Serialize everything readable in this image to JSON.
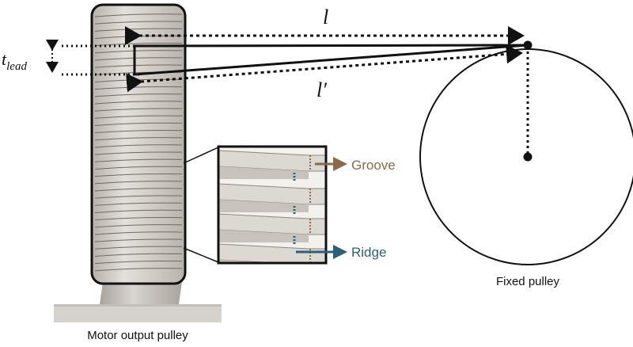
{
  "labels": {
    "length": "l",
    "length_prime": "l′",
    "lead_main": "t",
    "lead_sub": "lead",
    "groove": "Groove",
    "ridge": "Ridge",
    "fixed_pulley": "Fixed pulley",
    "motor_pulley": "Motor output pulley"
  },
  "colors": {
    "groove_arrow": "#8a6a4a",
    "ridge_arrow": "#2f5f78",
    "outline": "#111111",
    "pulley_body": "#cfcac4",
    "base": "#d6d3cf",
    "neck": "#bdb8b2"
  },
  "counts": {
    "thread_turns": 36
  }
}
